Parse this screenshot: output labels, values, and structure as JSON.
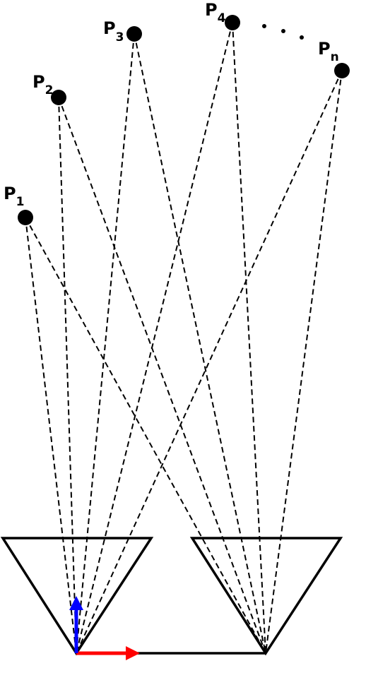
{
  "points": [
    {
      "id": "p1",
      "letter": "P",
      "sub": "1"
    },
    {
      "id": "p2",
      "letter": "P",
      "sub": "2"
    },
    {
      "id": "p3",
      "letter": "P",
      "sub": "3"
    },
    {
      "id": "p4",
      "letter": "P",
      "sub": "4"
    },
    {
      "id": "pn",
      "letter": "P",
      "sub": "n"
    }
  ],
  "colors": {
    "x_axis": "#ff0000",
    "y_axis": "#0000ff",
    "lines": "#000000"
  }
}
